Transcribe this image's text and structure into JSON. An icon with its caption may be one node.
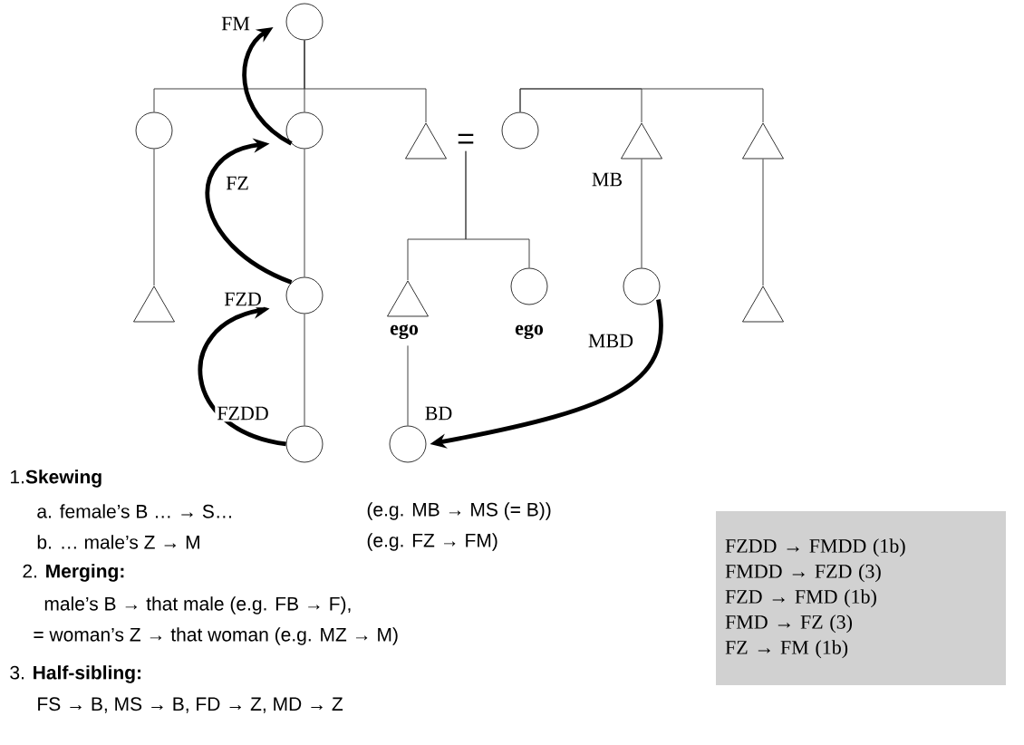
{
  "diagram": {
    "nodes": [
      {
        "text": [],
        "shape": "circle",
        "beside": [
          "FM"
        ]
      },
      {
        "text": [],
        "shape": "circle"
      },
      {
        "text": [],
        "shape": "circle",
        "beside": [
          "FZ"
        ]
      },
      {
        "text": [],
        "shape": "triangle"
      },
      {
        "text": [
          "="
        ]
      },
      {
        "text": [],
        "shape": "circle"
      },
      {
        "text": [],
        "shape": "triangle",
        "beside": [
          "MB"
        ]
      },
      {
        "text": [],
        "shape": "triangle"
      },
      {
        "text": [],
        "shape": "circle",
        "beside": [
          "FZD"
        ]
      },
      {
        "text": [],
        "shape": "triangle",
        "beside": [
          "ego"
        ]
      },
      {
        "text": [],
        "shape": "circle",
        "beside": [
          "ego"
        ]
      },
      {
        "text": [],
        "shape": "circle",
        "beside": [
          "MBD"
        ]
      },
      {
        "text": [],
        "shape": "triangle"
      },
      {
        "text": [],
        "shape": "triangle"
      },
      {
        "text": [],
        "shape": "circle",
        "beside": [
          "FZDD"
        ]
      },
      {
        "text": [],
        "shape": "circle",
        "beside": [
          "BD"
        ]
      },
      {
        "text": [
          "FZDD → FMDD (1b)",
          "FMDD → FZD (3)",
          "FZD → FMD (1b)",
          "FMD → FZ (3)",
          "FZ → FM (1b)"
        ]
      }
    ],
    "edges": [
      {
        "from": 0,
        "to": 1,
        "arrow": "none"
      },
      {
        "from": 0,
        "to": 2,
        "arrow": "none"
      },
      {
        "from": 0,
        "to": 3,
        "arrow": "none"
      },
      {
        "from": 5,
        "to": 6,
        "arrow": "none"
      },
      {
        "from": 5,
        "to": 7,
        "arrow": "none"
      },
      {
        "from": 4,
        "to": 9,
        "arrow": "none"
      },
      {
        "from": 4,
        "to": 10,
        "arrow": "none"
      },
      {
        "from": 1,
        "to": 12,
        "arrow": "none"
      },
      {
        "from": 2,
        "to": 8,
        "arrow": "none"
      },
      {
        "from": 8,
        "to": 14,
        "arrow": "none"
      },
      {
        "from": 6,
        "to": 11,
        "arrow": "none"
      },
      {
        "from": 7,
        "to": 13,
        "arrow": "none"
      },
      {
        "from": 9,
        "to": 15,
        "arrow": "none"
      },
      {
        "from": 2,
        "to": 0,
        "arrow": "to",
        "style": "thick"
      },
      {
        "from": 8,
        "to": 2,
        "arrow": "to",
        "style": "thick"
      },
      {
        "from": 14,
        "to": 8,
        "arrow": "to",
        "style": "thick"
      },
      {
        "from": 11,
        "to": 15,
        "arrow": "to",
        "style": "thick"
      }
    ],
    "labels": [
      "1.**Skewing**",
      "a. female’s B … → S…",
      "(e.g. MB → MS (= B))",
      "b. … male’s Z → M",
      "(e.g. FZ → FM)",
      "2. **Merging:**",
      "male’s B → that male  (e.g. FB → F),",
      "= woman’s Z → that woman (e.g. MZ → M)",
      "3. **Half-sibling:**",
      "FS → B, MS → B, FD → Z, MD → Z"
    ]
  }
}
